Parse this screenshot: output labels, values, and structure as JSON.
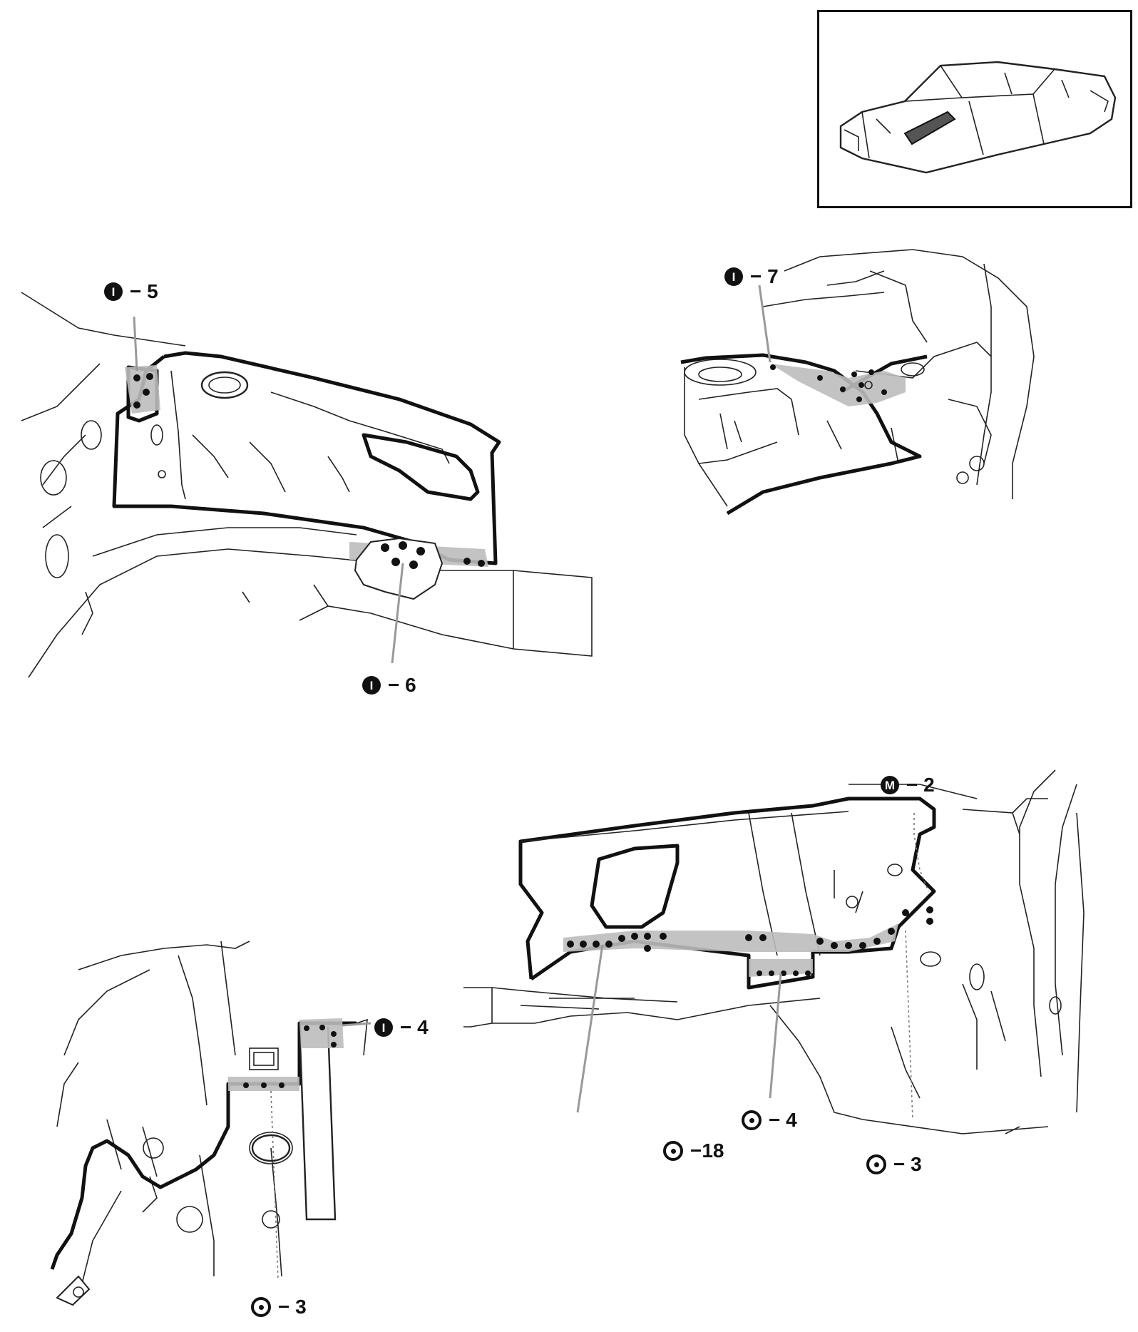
{
  "locator": {
    "icon": "car-body-shell-icon"
  },
  "callouts": {
    "i5": {
      "symbol": "I",
      "text": "− 5"
    },
    "i6": {
      "symbol": "I",
      "text": "− 6"
    },
    "i7": {
      "symbol": "I",
      "text": "− 7"
    },
    "i4": {
      "symbol": "I",
      "text": "− 4"
    },
    "o3a": {
      "symbol": "",
      "text": "− 3"
    },
    "m2": {
      "symbol": "M",
      "text": "− 2"
    },
    "o4": {
      "symbol": "",
      "text": "− 4"
    },
    "o18": {
      "symbol": "",
      "text": "−18"
    },
    "o3b": {
      "symbol": "",
      "text": "− 3"
    }
  }
}
